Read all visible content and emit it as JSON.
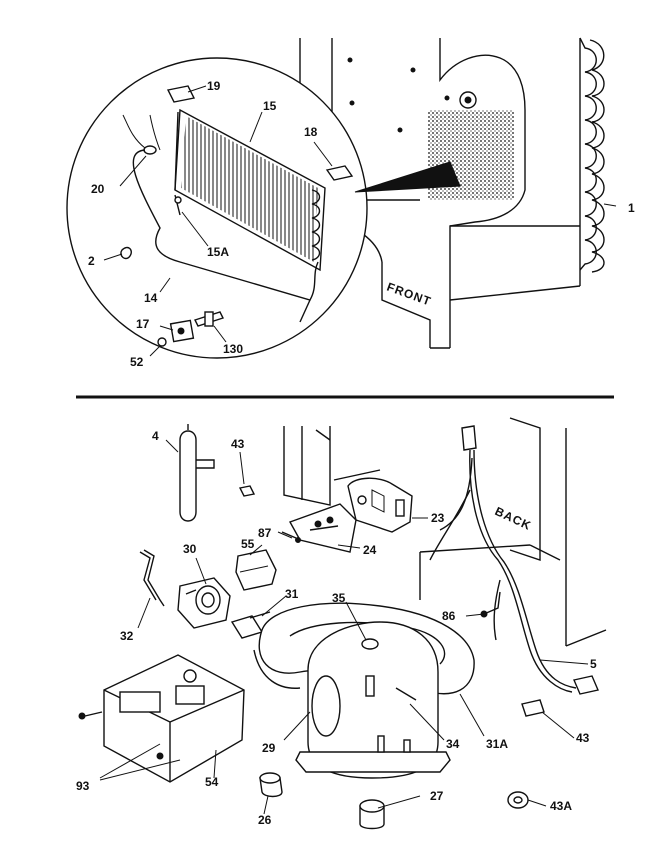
{
  "words": {
    "front": "FRONT",
    "back": "BACK"
  },
  "callouts": {
    "c1": "1",
    "c2": "2",
    "c4": "4",
    "c5": "5",
    "c14": "14",
    "c15": "15",
    "c15a": "15A",
    "c17": "17",
    "c18": "18",
    "c19": "19",
    "c20": "20",
    "c23": "23",
    "c24": "24",
    "c26": "26",
    "c27": "27",
    "c29": "29",
    "c30": "30",
    "c31": "31",
    "c31a": "31A",
    "c32": "32",
    "c34": "34",
    "c35": "35",
    "c43a": "43",
    "c43b": "43",
    "c43c": "43A",
    "c52": "52",
    "c54": "54",
    "c55": "55",
    "c86": "86",
    "c87": "87",
    "c93": "93",
    "c130": "130"
  }
}
